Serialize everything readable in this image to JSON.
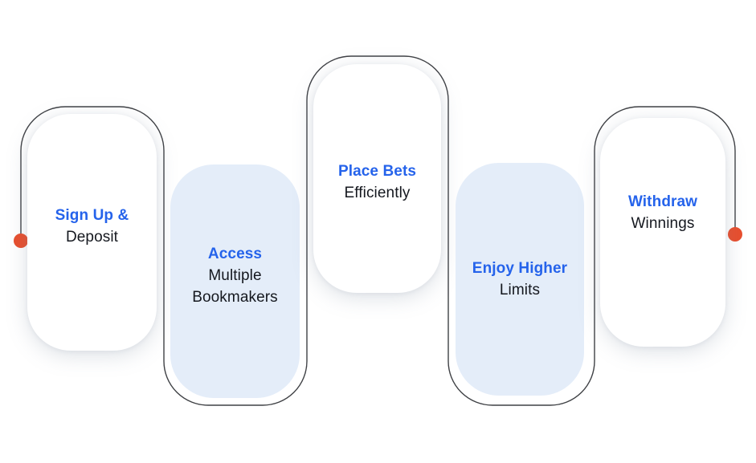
{
  "diagram": {
    "name": "betting-process-flow",
    "colors": {
      "background": "#ffffff",
      "accent": "#2563eb",
      "text": "#15181f",
      "card_blue": "#e4edf9",
      "card_white": "#ffffff",
      "line": "#3f4145",
      "dot": "#e84e2d"
    },
    "steps": [
      {
        "title": "Sign Up &",
        "subtitle": "Deposit",
        "variant": "white"
      },
      {
        "title": "Access",
        "subtitle": "Multiple Bookmakers",
        "variant": "blue"
      },
      {
        "title": "Place Bets",
        "subtitle": "Efficiently",
        "variant": "white"
      },
      {
        "title": "Enjoy Higher",
        "subtitle": "Limits",
        "variant": "blue"
      },
      {
        "title": "Withdraw",
        "subtitle": "Winnings",
        "variant": "white"
      }
    ]
  }
}
